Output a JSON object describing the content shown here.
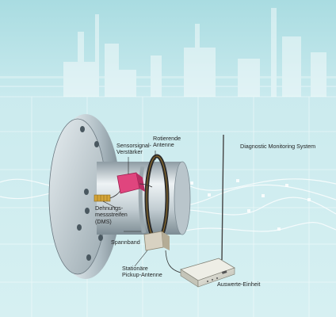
{
  "labels": {
    "sensor_amp_line1": "Sensorsignal-",
    "sensor_amp_line2": "Verstärker",
    "rot_antenna_line1": "Rotierende",
    "rot_antenna_line2": "Antenne",
    "dms_line1": "Dehnungs-",
    "dms_line2": "messstreifen",
    "dms_line3": "(DMS)",
    "strap": "Spannband",
    "pickup_line1": "Stationäre",
    "pickup_line2": "Pickup-Antenne",
    "evaluation_unit": "Auswerte-Einheit",
    "monitoring_system": "Diagnostic Monitoring System"
  },
  "colors": {
    "background_top": "#a9dce1",
    "background_bottom": "#d3eef0",
    "flange": "#b9c6cd",
    "shaft": "#c9d3d8",
    "amplifier": "#e0457e",
    "strain_gauge": "#d4a437",
    "antenna_ring": "#2b2b2b",
    "pickup_block": "#d8d2c2",
    "evaluation_box": "#dcdcd2"
  }
}
